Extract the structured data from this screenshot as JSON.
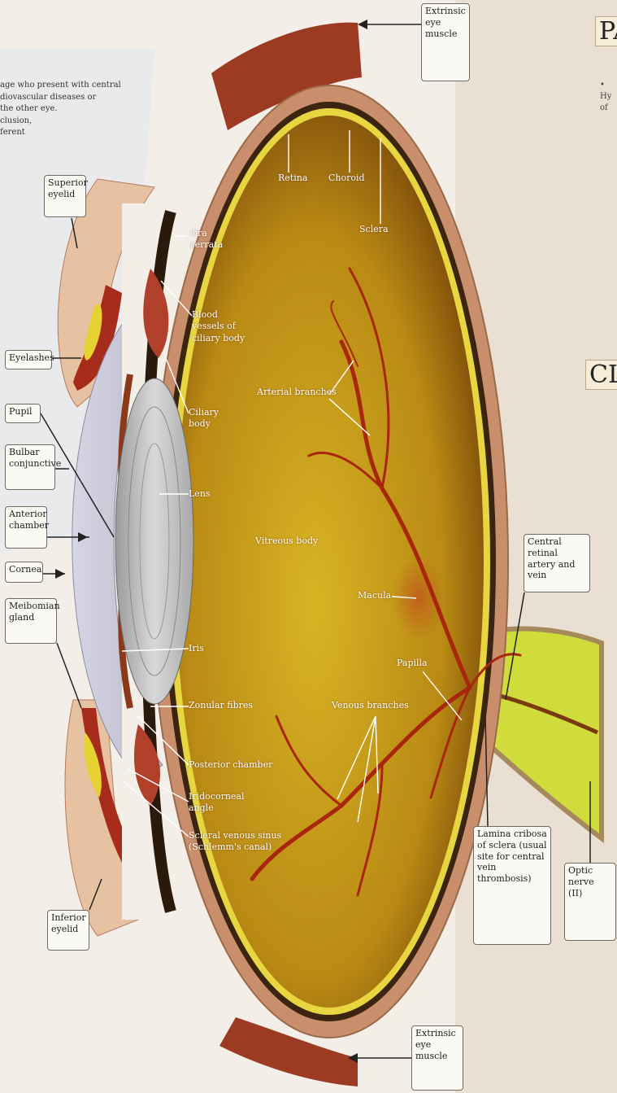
{
  "background_text": {
    "left_snippet": "age who present with central\ndiovascular diseases or\nthe other eye.\nclusion,\nferent",
    "right_heading_1": "PA",
    "right_bullet": "• Hy\n   of",
    "right_heading_2": "CL"
  },
  "boxed_labels": {
    "extrinsic_top": "Extrinsic\neye\nmuscle",
    "superior_eyelid": "Superior\neyelid",
    "eyelashes": "Eyelashes",
    "pupil": "Pupil",
    "bulbar_conjunctive": "Bulbar\nconjunctive",
    "anterior_chamber": "Anterior\nchamber",
    "cornea": "Cornea",
    "meibomian_gland": "Meibomian\ngland",
    "central_retinal": "Central retinal\nartery and vein",
    "lamina_cribosa": "Lamina cribosa\nof sclera (usual\nsite for central\nvein thrombosis)",
    "optic_nerve": "Optic nerve\n(II)",
    "inferior_eyelid": "Inferior\neyelid",
    "extrinsic_bottom": "Extrinsic\neye\nmuscle"
  },
  "inner_labels": {
    "retina": "Retina",
    "choroid": "Choroid",
    "sclera": "Sclera",
    "ora_serrata": "Ora\nserrata",
    "blood_vessels": "Blood\nvessels of\nciliary body",
    "ciliary_body": "Ciliary\nbody",
    "arterial_branches": "Arterial branches",
    "lens": "Lens",
    "vitreous_body": "Vitreous body",
    "macula": "Macula",
    "iris": "Iris",
    "papilla": "Papilla",
    "zonular_fibres": "Zonular fibres",
    "venous_branches": "Venous branches",
    "posterior_chamber": "Posterior chamber",
    "iridocorneal_angle": "Iridocorneal\nangle",
    "scleral_venous_sinus": "Scleral venous sinus\n(Schlemm's canal)"
  },
  "colors": {
    "vitreous": "#c9a21a",
    "vitreous_dark": "#8a5a0c",
    "sclera_wall": "#c98f6c",
    "retina_yellow": "#e8d640",
    "muscle": "#9c3a22",
    "vessel": "#a8260c",
    "optic_nerve": "#cfdc3c"
  }
}
